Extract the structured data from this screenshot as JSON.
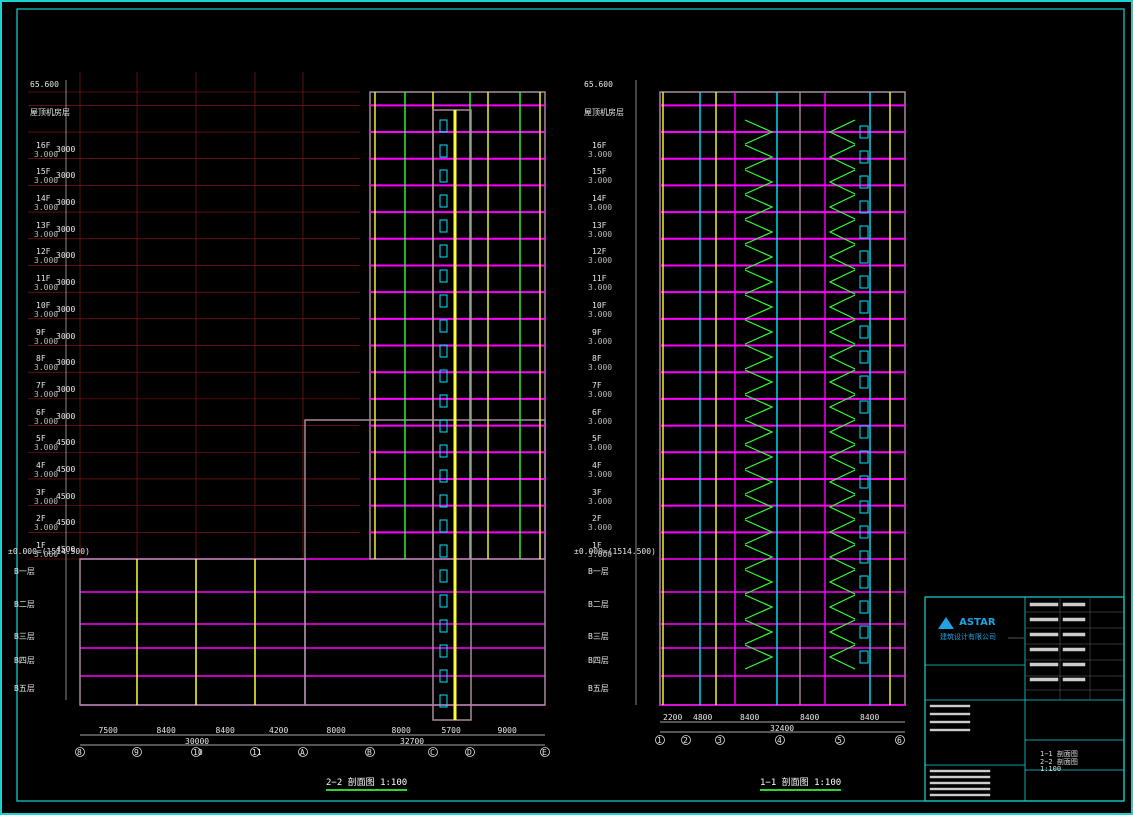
{
  "colors": {
    "frame": "#19d3d3",
    "grid": "#9b1b1b",
    "wall": "#a88aa0",
    "slab": "#ff00ff",
    "col_yellow": "#ffff33",
    "col_green": "#33ff33",
    "col_cyan": "#00e5ff",
    "dim": "#e0e0e0",
    "caption_line": "#2ed32e",
    "logo": "#1fa3e0"
  },
  "section22": {
    "caption": "2−2 剖面图 1:100",
    "levels": [
      "1F",
      "2F",
      "3F",
      "4F",
      "5F",
      "6F",
      "7F",
      "8F",
      "9F",
      "10F",
      "11F",
      "12F",
      "13F",
      "14F",
      "15F",
      "16F"
    ],
    "elev_top": "65.600",
    "roof_label": "屋顶机房层",
    "ground": "±0.000=(1514.500)",
    "basement": [
      "B一层",
      "B二层",
      "B三层",
      "B四层",
      "B五层"
    ],
    "floor_heights": [
      "4500",
      "4500",
      "4500",
      "4500",
      "4500",
      "3000",
      "3000",
      "3000",
      "3000",
      "3000",
      "3000",
      "3000",
      "3000",
      "3000",
      "3000",
      "3000"
    ],
    "bottom_dims": [
      "7500",
      "8400",
      "8400",
      "4200",
      "8000",
      "8000",
      "5700",
      "9000"
    ],
    "bottom_total": "30000",
    "bottom_total2": "32700",
    "axes": [
      "8",
      "9",
      "10",
      "11",
      "A",
      "B",
      "C",
      "D",
      "E"
    ]
  },
  "section11": {
    "caption": "1−1 剖面图 1:100",
    "elev_top": "65.600",
    "roof_label": "屋顶机房层",
    "ground": "±0.000=(1514.500)",
    "basement": [
      "B一层",
      "B二层",
      "B三层",
      "B四层",
      "B五层"
    ],
    "bottom_dims": [
      "2200",
      "4800",
      "8400",
      "8400",
      "8400"
    ],
    "bottom_total": "32400",
    "axes": [
      "1",
      "2",
      "3",
      "4",
      "5",
      "6"
    ]
  },
  "titleblock": {
    "company": "ASTAR",
    "company_sub": "建筑设计有限公司",
    "drawing_title": "1−1 剖面图",
    "drawing_title2": "2−2 剖面图",
    "scale": "1:100"
  }
}
